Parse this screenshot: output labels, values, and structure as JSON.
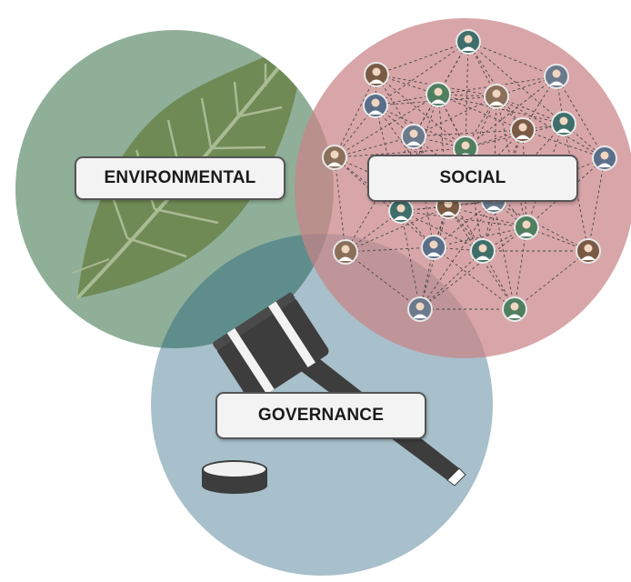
{
  "diagram": {
    "colors": {
      "environmental": "#8faf98",
      "social": "#d4a0a2",
      "governance": "#a7c0cb",
      "overlap_env_gov": "#5f8d8b",
      "overlap_soc_env": "#a39c8e",
      "overlap_soc_gov": "#a79aa7",
      "leaf": "#6f8a55",
      "gavel": "#3d3d3d",
      "network_line": "#444444"
    },
    "labels": {
      "environmental": "ENVIRONMENTAL",
      "social": "SOCIAL",
      "governance": "GOVERNANCE"
    },
    "icons": {
      "environmental": "leaf-icon",
      "social": "people-network-icon",
      "governance": "gavel-icon"
    }
  }
}
